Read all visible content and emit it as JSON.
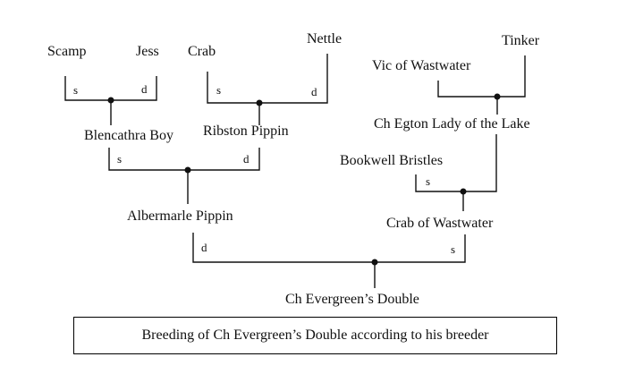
{
  "pedigree": {
    "dogs": {
      "scamp": "Scamp",
      "jess": "Jess",
      "crab": "Crab",
      "nettle": "Nettle",
      "tinker": "Tinker",
      "vic_of_wastwater": "Vic of Wastwater",
      "blencathra_boy": "Blencathra Boy",
      "ribston_pippin": "Ribston Pippin",
      "ch_egton_lady_of_the_lake": "Ch Egton Lady of the Lake",
      "bookwell_bristles": "Bookwell Bristles",
      "albermarle_pippin": "Albermarle Pippin",
      "crab_of_wastwater": "Crab of Wastwater",
      "ch_evergreens_double": "Ch Evergreen’s Double"
    },
    "sire_mark": "s",
    "dam_mark": "d",
    "line_color": "#111111"
  },
  "caption": "Breeding of Ch Evergreen’s Double according to his breeder"
}
